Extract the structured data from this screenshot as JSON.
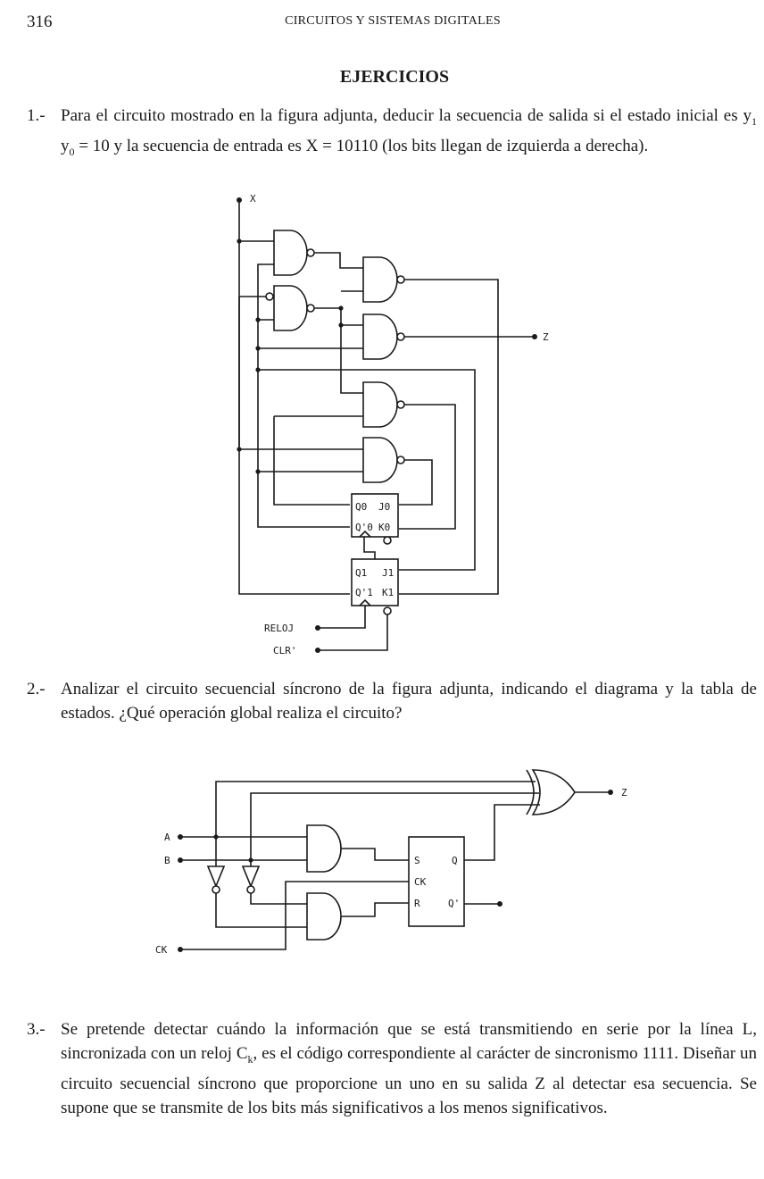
{
  "header": {
    "page_number": "316",
    "running_title": "CIRCUITOS Y SISTEMAS DIGITALES"
  },
  "section_title": "EJERCICIOS",
  "exercises": [
    {
      "number": "1.-",
      "text_parts": [
        "Para el circuito mostrado en la figura adjunta, deducir la secuencia de salida si el estado inicial es y",
        "1",
        " y",
        "0",
        " = 10 y la secuencia de entrada es X = 10110 (los bits llegan de izquierda a derecha)."
      ]
    },
    {
      "number": "2.-",
      "text": "Analizar el circuito secuencial síncrono de la figura adjunta, indicando el diagrama y la tabla de estados. ¿Qué operación global realiza el circuito?"
    },
    {
      "number": "3.-",
      "text_parts": [
        "Se pretende detectar cuándo la información que se está transmitiendo en serie por la línea L, sincronizada con un reloj C",
        "k",
        ", es el código correspondiente al carácter de sincronismo 1111. Diseñar un circuito secuencial síncrono que proporcione un uno en su salida Z al detectar esa secuencia. Se supone que se transmite de los bits más significativos a los menos significativos."
      ]
    }
  ],
  "figure1": {
    "input_x": "X",
    "output_z": "Z",
    "reloj": "RELOJ",
    "clr": "CLR'",
    "ff0": {
      "q": "Q0",
      "qn": "Q'0",
      "j": "J0",
      "k": "K0"
    },
    "ff1": {
      "q": "Q1",
      "qn": "Q'1",
      "j": "J1",
      "k": "K1"
    }
  },
  "figure2": {
    "input_a": "A",
    "input_b": "B",
    "input_ck": "CK",
    "output_z": "Z",
    "ff_s": "S",
    "ff_ck": "CK",
    "ff_r": "R",
    "ff_q": "Q",
    "ff_qn": "Q'"
  }
}
